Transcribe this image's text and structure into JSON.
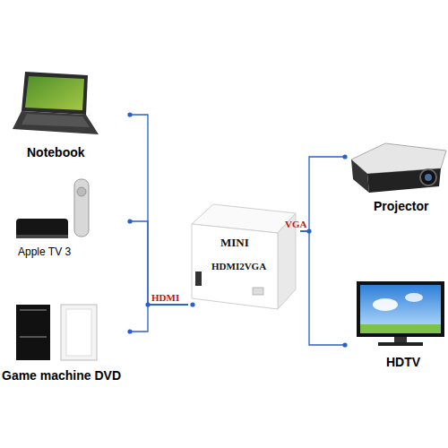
{
  "diagram": {
    "nodes": [
      {
        "text": [
          "Notebook"
        ]
      },
      {
        "text": [
          "Apple TV 3"
        ]
      },
      {
        "text": [
          "Game machine DVD"
        ]
      },
      {
        "text": [
          "MINI",
          "HDMI2VGA"
        ]
      },
      {
        "text": [
          "Projector"
        ]
      },
      {
        "text": [
          "HDTV"
        ]
      }
    ],
    "edges": [
      {
        "from": 0,
        "to": 3,
        "arrow": "none"
      },
      {
        "from": 1,
        "to": 3,
        "arrow": "none"
      },
      {
        "from": 2,
        "to": 3,
        "arrow": "none"
      },
      {
        "from": 3,
        "to": 4,
        "arrow": "none"
      },
      {
        "from": 3,
        "to": 5,
        "arrow": "none"
      }
    ],
    "labels": [
      "HDMI",
      "VGA"
    ]
  }
}
